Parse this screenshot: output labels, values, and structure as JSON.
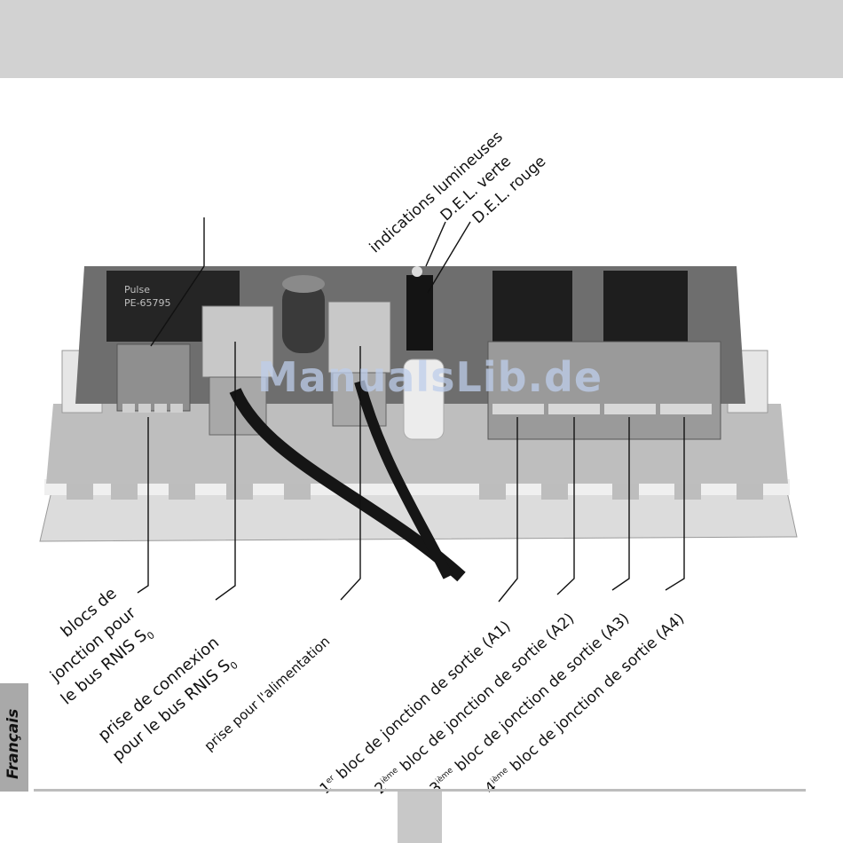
{
  "callouts": {
    "indications": "indications lumineuses",
    "del_verte": "D.E.L. verte",
    "del_rouge": "D.E.L. rouge",
    "blocs_line1": "blocs de",
    "blocs_line2": "jonction pour",
    "blocs_line3": "le bus RNIS S",
    "blocs_sub": "0",
    "prise_line1": "prise de connexion",
    "prise_line2": "pour le bus RNIS S",
    "prise_sub": "0",
    "alimentation": "prise pour l'alimentation",
    "bloc1_num": "1",
    "bloc1_sup": "er",
    "bloc1_text": " bloc de jonction de sortie (A1)",
    "bloc2_num": "2",
    "bloc2_sup": "ième",
    "bloc2_text": " bloc de jonction de sortie (A2)",
    "bloc3_num": "3",
    "bloc3_sup": "ième",
    "bloc3_text": " bloc de jonction de sortie (A3)",
    "bloc4_num": "4",
    "bloc4_sup": "ième",
    "bloc4_text": " bloc de jonction de sortie (A4)"
  },
  "components": {
    "transformer_brand": "Pulse",
    "transformer_model": "PE-65795"
  },
  "watermark": "ManualsLib.de",
  "language_tab": "Français"
}
